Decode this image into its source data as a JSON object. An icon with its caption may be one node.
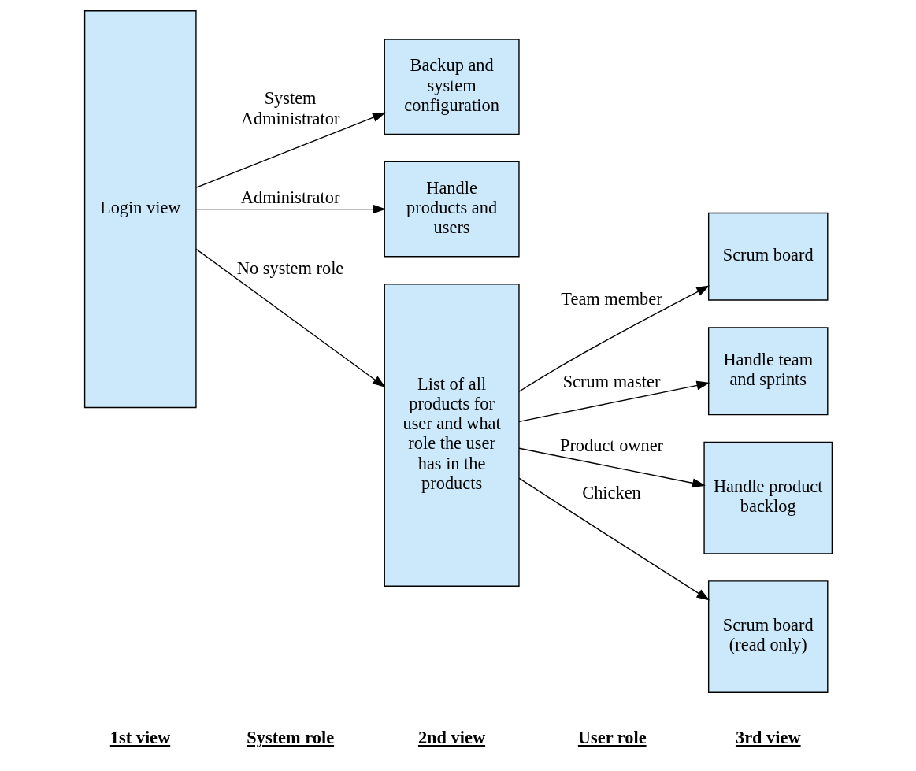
{
  "diagram": {
    "nodes": [
      {
        "text": [
          "Login view"
        ]
      },
      {
        "text": [
          "Backup and system configuration"
        ]
      },
      {
        "text": [
          "Handle products and users"
        ]
      },
      {
        "text": [
          "List of all products for user and what role the user has in the products"
        ]
      },
      {
        "text": [
          "Scrum board"
        ]
      },
      {
        "text": [
          "Handle team and sprints"
        ]
      },
      {
        "text": [
          "Handle product backlog"
        ]
      },
      {
        "text": [
          "Scrum board (read only)"
        ]
      }
    ],
    "edges": [
      {
        "from": 0,
        "to": 1,
        "arrow": "to",
        "label": "System Administrator"
      },
      {
        "from": 0,
        "to": 2,
        "arrow": "to",
        "label": "Administrator"
      },
      {
        "from": 0,
        "to": 3,
        "arrow": "to",
        "label": "No system role"
      },
      {
        "from": 3,
        "to": 4,
        "arrow": "to",
        "label": "Team member"
      },
      {
        "from": 3,
        "to": 5,
        "arrow": "to",
        "label": "Scrum master"
      },
      {
        "from": 3,
        "to": 6,
        "arrow": "to",
        "label": "Product owner"
      },
      {
        "from": 3,
        "to": 7,
        "arrow": "to",
        "label": "Chicken"
      }
    ],
    "labels": [
      "1st view",
      "System role",
      "2nd view",
      "User role",
      "3rd view"
    ]
  }
}
